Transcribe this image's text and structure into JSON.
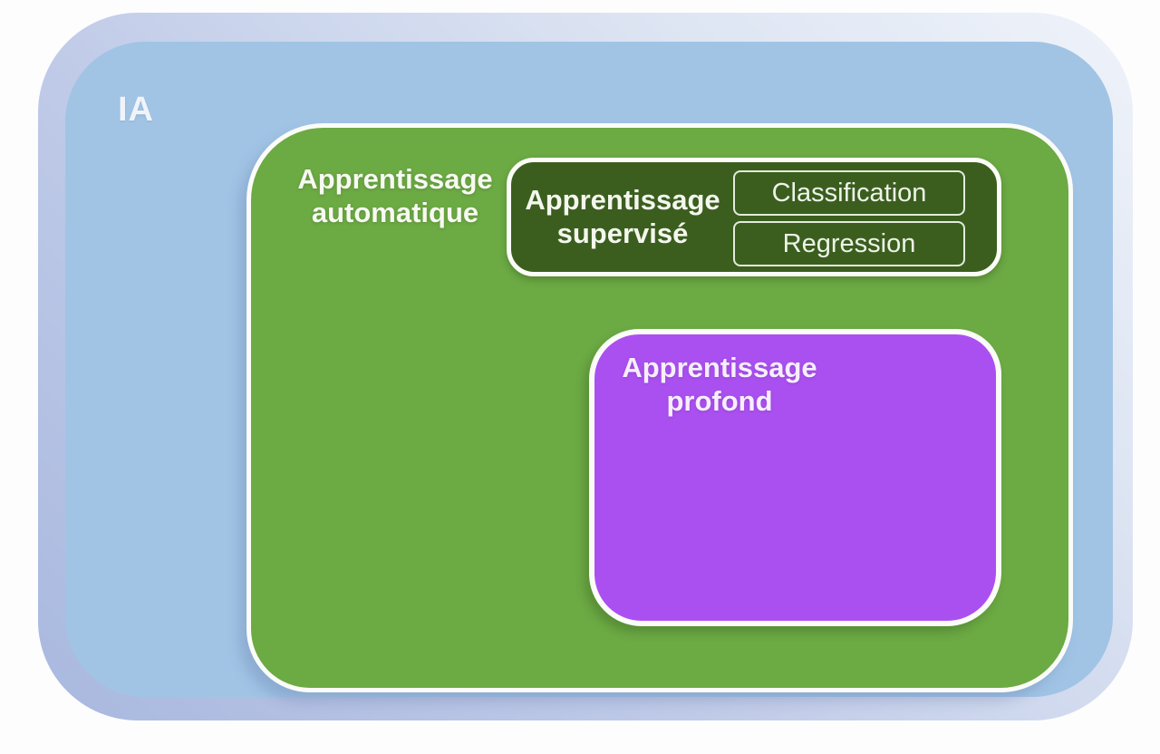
{
  "diagram": {
    "ia": {
      "label": "IA",
      "fill": "#a1c4e5",
      "ring_fill": "#c0cbe8"
    },
    "machine_learning": {
      "label": "Apprentissage automatique",
      "fill": "#6caa44"
    },
    "supervised": {
      "label": "Apprentissage supervisé",
      "fill": "#3b5e1f",
      "items": [
        {
          "label": "Classification"
        },
        {
          "label": "Regression"
        }
      ]
    },
    "deep_learning": {
      "label": "Apprentissage profond",
      "fill": "#ab50f0"
    },
    "border_color": "#fbfcf8",
    "text_color": "#f7f9f2"
  }
}
